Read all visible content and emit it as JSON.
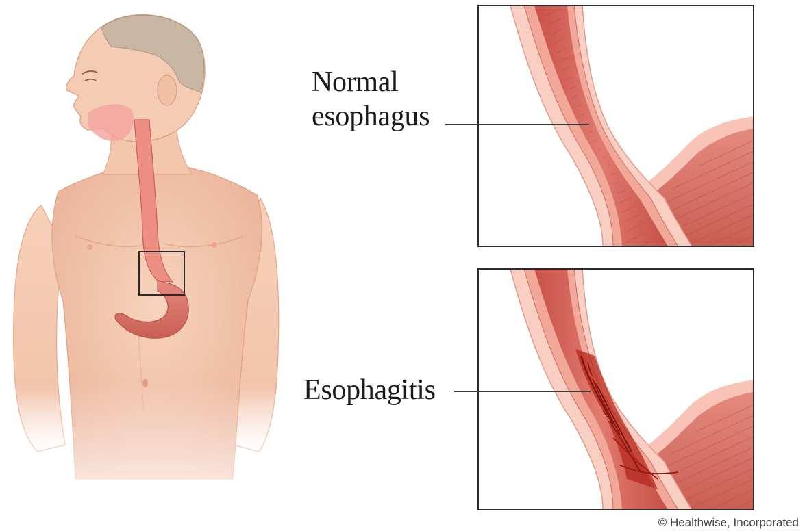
{
  "labels": {
    "normal_line1": "Normal",
    "normal_line2": "esophagus",
    "esophagitis": "Esophagitis"
  },
  "credit": "© Healthwise, Incorporated",
  "colors": {
    "skin": "#f4c9b0",
    "skin_shadow": "#e5a98c",
    "esophagus": "#e0786e",
    "esophagus_wall": "#f5b3a5",
    "inflamed": "#b02a1e",
    "frame": "#2b2b2b"
  }
}
